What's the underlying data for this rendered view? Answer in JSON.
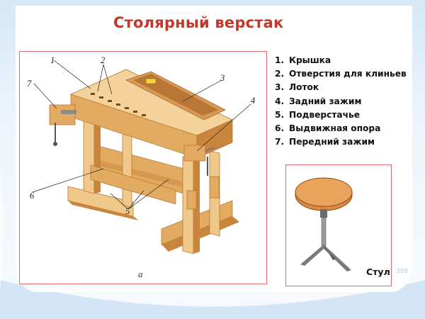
{
  "title": "Столярный верстак",
  "legend": [
    {
      "num": "1.",
      "text": "Крышка"
    },
    {
      "num": "2.",
      "text": "Отверстия для клиньев"
    },
    {
      "num": "3.",
      "text": "Лоток"
    },
    {
      "num": "4.",
      "text": "Задний зажим"
    },
    {
      "num": "5.",
      "text": "Подверстачье"
    },
    {
      "num": "6.",
      "text": "Выдвижная опора"
    },
    {
      "num": "7.",
      "text": "Передний зажим"
    }
  ],
  "callouts": [
    "1",
    "2",
    "3",
    "4",
    "5",
    "6",
    "7"
  ],
  "figure_label": "а",
  "stool_caption": "Стул",
  "page_number": "388",
  "colors": {
    "title": "#c0392b",
    "frame_border": "#e06a6a",
    "wood_light": "#f0c88a",
    "wood_mid": "#e3aa62",
    "wood_dark": "#c9853c",
    "stool_seat": "#d98a43"
  }
}
